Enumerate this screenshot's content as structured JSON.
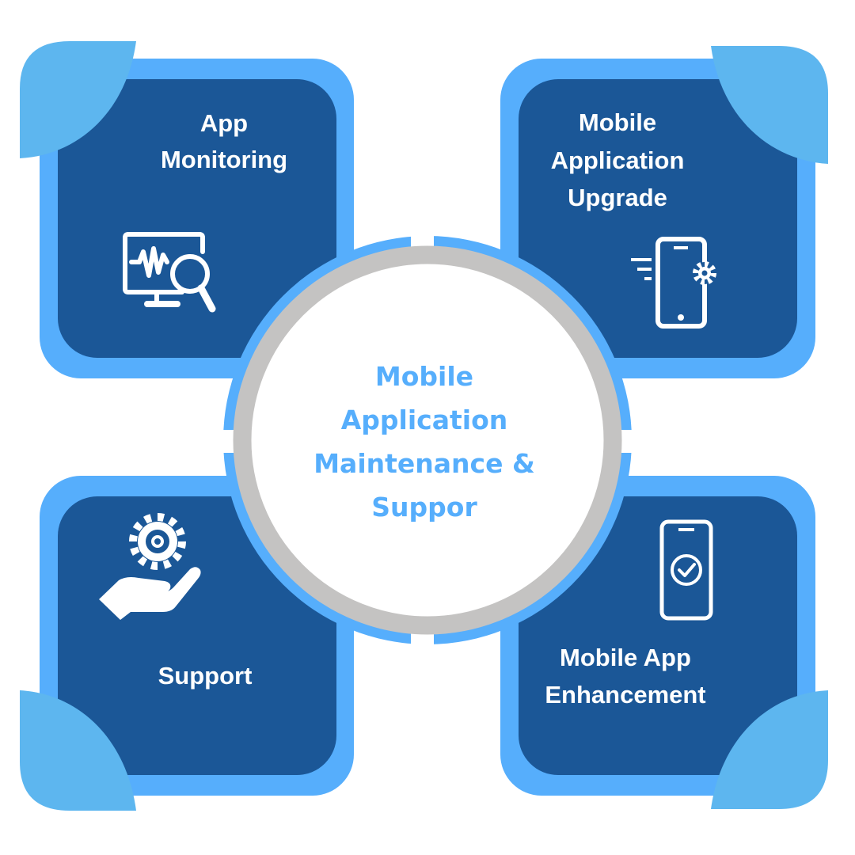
{
  "center": {
    "lines": [
      "Mobile",
      "Application",
      "Maintenance &",
      "Suppor"
    ]
  },
  "cards": [
    {
      "name": "app-monitoring",
      "lines": [
        "App",
        "Monitoring"
      ],
      "icon": "monitor-search-icon"
    },
    {
      "name": "mobile-application-upgrade",
      "lines": [
        "Mobile",
        "Application",
        "Upgrade"
      ],
      "icon": "phone-gear-icon"
    },
    {
      "name": "support",
      "lines": [
        "Support"
      ],
      "icon": "hand-gear-icon"
    },
    {
      "name": "mobile-app-enhancement",
      "lines": [
        "Mobile App",
        "Enhancement"
      ],
      "icon": "phone-check-icon"
    }
  ],
  "colors": {
    "outer": "#56aefc",
    "inner": "#1b5797",
    "leaf": "#5db6ef",
    "ring": "#c4c3c2",
    "center_text": "#56aefc"
  }
}
